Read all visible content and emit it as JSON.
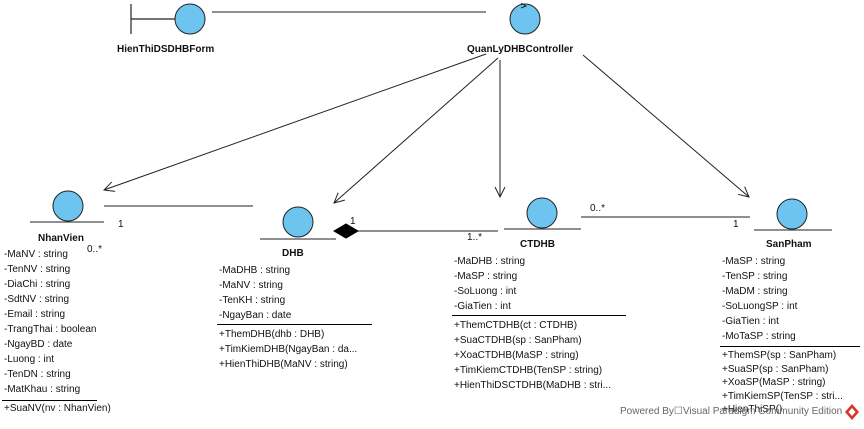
{
  "boundary": {
    "name": "HienThiDSDHBForm"
  },
  "controller": {
    "name": "QuanLyDHBController"
  },
  "entities": {
    "nhanvien": {
      "name": "NhanVien",
      "attributes": [
        "-MaNV : string",
        "-TenNV : string",
        "-DiaChi : string",
        "-SdtNV : string",
        "-Email : string",
        "-TrangThai : boolean",
        "-NgayBD : date",
        "-Luong : int",
        "-TenDN : string",
        "-MatKhau : string"
      ],
      "methods": [
        "+SuaNV(nv : NhanVien)"
      ]
    },
    "dhb": {
      "name": "DHB",
      "attributes": [
        "-MaDHB : string",
        "-MaNV : string",
        "-TenKH : string",
        "-NgayBan : date"
      ],
      "methods": [
        "+ThemDHB(dhb : DHB)",
        "+TimKiemDHB(NgayBan : da...",
        "+HienThiDHB(MaNV : string)"
      ]
    },
    "ctdhb": {
      "name": "CTDHB",
      "attributes": [
        "-MaDHB : string",
        "-MaSP : string",
        "-SoLuong : int",
        "-GiaTien : int"
      ],
      "methods": [
        "+ThemCTDHB(ct : CTDHB)",
        "+SuaCTDHB(sp : SanPham)",
        "+XoaCTDHB(MaSP : string)",
        "+TimKiemCTDHB(TenSP : string)",
        "+HienThiDSCTDHB(MaDHB : stri..."
      ]
    },
    "sanpham": {
      "name": "SanPham",
      "attributes": [
        "-MaSP : string",
        "-TenSP : string",
        "-MaDM : string",
        "-SoLuongSP : int",
        "-GiaTien : int",
        "-MoTaSP : string"
      ],
      "methods": [
        "+ThemSP(sp : SanPham)",
        "+SuaSP(sp : SanPham)",
        "+XoaSP(MaSP : string)",
        "+TimKiemSP(TenSP : stri...",
        "+HienThiSP()"
      ]
    }
  },
  "multiplicities": {
    "nv_dhb_nv": "0..*",
    "nv_dhb_dhb": "1",
    "dhb_ct_dhb": "1",
    "dhb_ct_ct": "1..*",
    "ct_sp_ct": "0..*",
    "ct_sp_sp": "1"
  },
  "watermark": "Powered By☐Visual Paradigm Community Edition",
  "colors": {
    "fill": "#6cc4ef",
    "stroke": "#1f1f1f",
    "diamond": "#000000"
  }
}
